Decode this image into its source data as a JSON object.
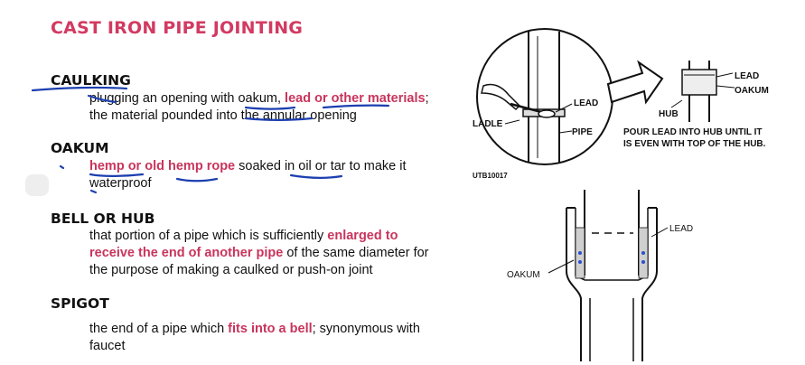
{
  "title": "CAST IRON PIPE JOINTING",
  "terms": [
    {
      "term": "CAULKING",
      "def1": "plugging an opening with oakum, ",
      "def1_hl": "lead or other materials",
      "def1_end": ";",
      "def2": "the material pounded into the annular opening"
    },
    {
      "term": "OAKUM",
      "def_hl": "hemp or old hemp rope",
      "def_mid": " soaked in oil or tar to make it",
      "def2": "waterproof"
    },
    {
      "term": "BELL OR HUB",
      "def1": "that portion of a pipe which is sufficiently ",
      "def1_hl": "enlarged to",
      "def2_hl": "receive the end of another pipe",
      "def2": " of the same diameter for",
      "def3": "the purpose of making a caulked or push-on joint"
    },
    {
      "term": "SPIGOT",
      "def1": "the end of a pipe which ",
      "def1_hl": "fits into a bell",
      "def1_end": "; synonymous with",
      "def2": "faucet"
    }
  ],
  "figure1": {
    "label_lead": "LEAD",
    "label_ladle": "LADLE",
    "label_pipe": "PIPE",
    "label_hub": "HUB",
    "label_lead2": "LEAD",
    "label_oakum": "OAKUM",
    "caption_line1": "POUR LEAD INTO HUB UNTIL IT",
    "caption_line2": "IS EVEN WITH TOP OF THE HUB.",
    "code": "UTB10017"
  },
  "figure2": {
    "label_lead": "LEAD",
    "label_oakum": "OAKUM"
  }
}
